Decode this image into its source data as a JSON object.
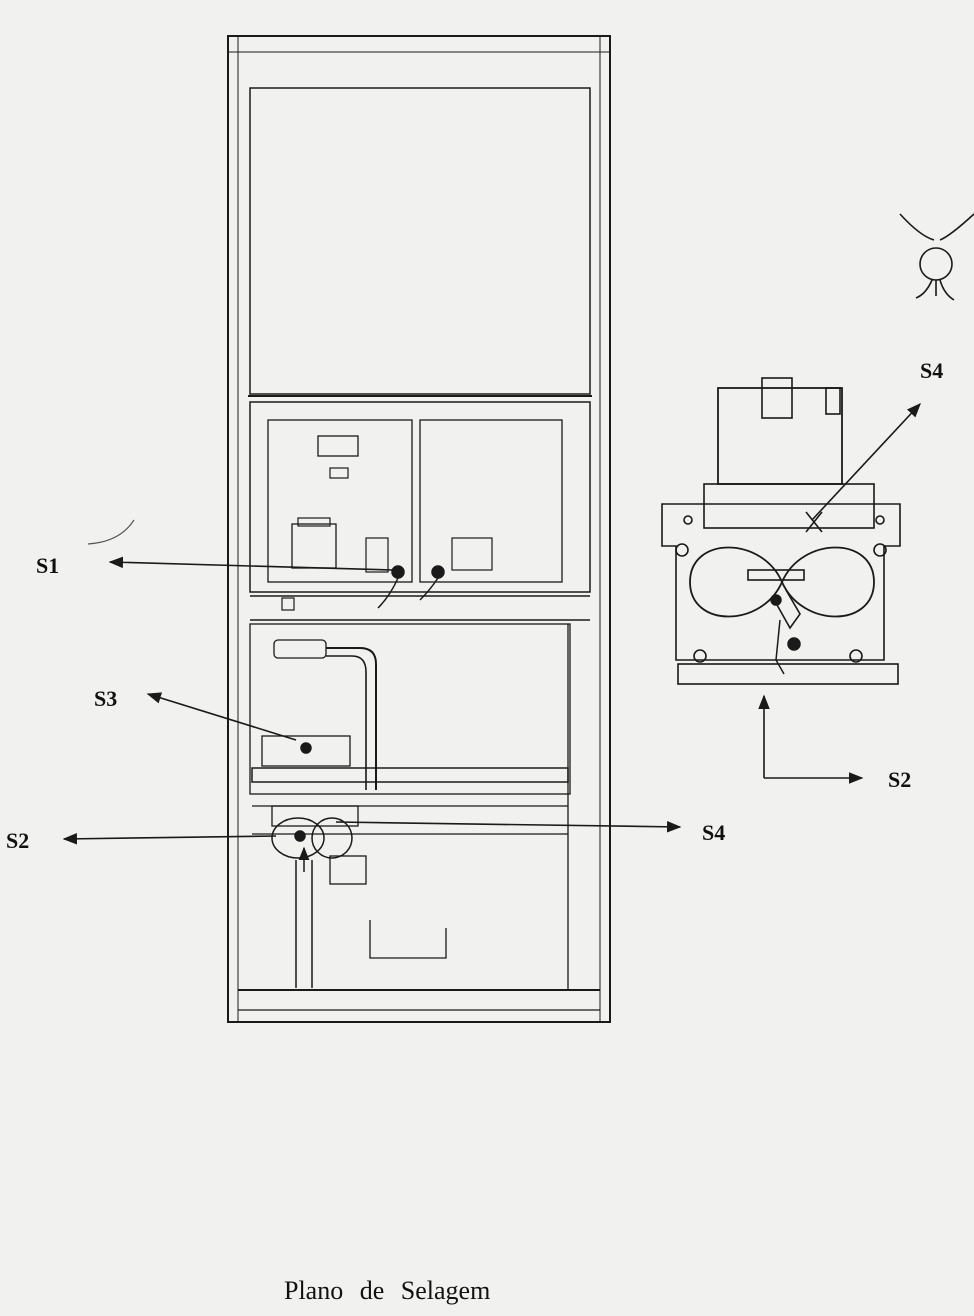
{
  "caption": "Plano de Selagem",
  "labels": {
    "s1": "S1",
    "s2_left": "S2",
    "s3": "S3",
    "s4_mid": "S4",
    "s4_right": "S4",
    "s2_right": "S2"
  },
  "colors": {
    "ink": "#1a1a1a",
    "paper": "#f1f1ef"
  }
}
